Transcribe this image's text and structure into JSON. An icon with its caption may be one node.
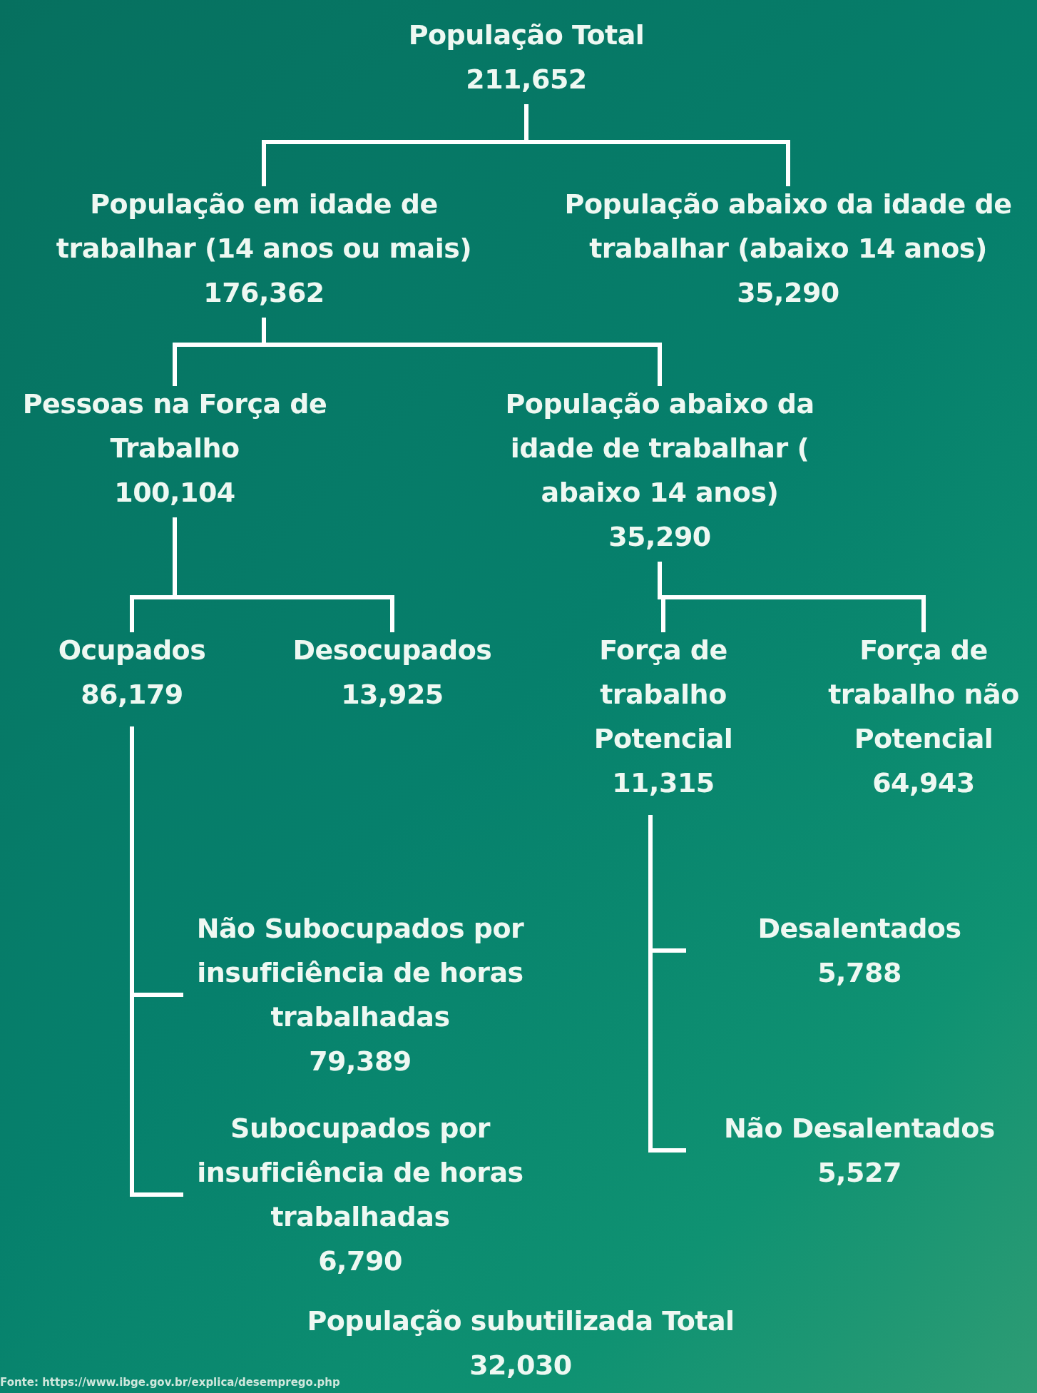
{
  "diagram": {
    "nodes": [
      {
        "text": [
          "População Total",
          "211,652"
        ]
      },
      {
        "text": [
          "População em idade de trabalhar (14 anos ou mais)",
          "176,362"
        ]
      },
      {
        "text": [
          "População abaixo da idade de trabalhar (abaixo 14 anos)",
          "35,290"
        ]
      },
      {
        "text": [
          "Pessoas na Força de Trabalho",
          "100,104"
        ]
      },
      {
        "text": [
          "População abaixo da idade de trabalhar ( abaixo 14 anos)",
          "35,290"
        ]
      },
      {
        "text": [
          "Ocupados",
          "86,179"
        ]
      },
      {
        "text": [
          "Desocupados",
          "13,925"
        ]
      },
      {
        "text": [
          "Força de trabalho Potencial",
          "11,315"
        ]
      },
      {
        "text": [
          "Força de trabalho não Potencial",
          "64,943"
        ]
      },
      {
        "text": [
          "Não Subocupados por insuficiência de horas trabalhadas",
          "79,389"
        ]
      },
      {
        "text": [
          "Subocupados por insuficiência de horas trabalhadas",
          "6,790"
        ]
      },
      {
        "text": [
          "Desalentados",
          "5,788"
        ]
      },
      {
        "text": [
          "Não Desalentados",
          "5,527"
        ]
      },
      {
        "text": [
          "População subutilizada Total",
          "32,030"
        ]
      }
    ],
    "edges": [
      {
        "from": 0,
        "to": 1,
        "arrow": "none"
      },
      {
        "from": 0,
        "to": 2,
        "arrow": "none"
      },
      {
        "from": 1,
        "to": 3,
        "arrow": "none"
      },
      {
        "from": 1,
        "to": 4,
        "arrow": "none"
      },
      {
        "from": 3,
        "to": 5,
        "arrow": "none"
      },
      {
        "from": 3,
        "to": 6,
        "arrow": "none"
      },
      {
        "from": 4,
        "to": 7,
        "arrow": "none"
      },
      {
        "from": 4,
        "to": 8,
        "arrow": "none"
      },
      {
        "from": 5,
        "to": 9,
        "arrow": "none"
      },
      {
        "from": 5,
        "to": 10,
        "arrow": "none"
      },
      {
        "from": 7,
        "to": 11,
        "arrow": "none"
      },
      {
        "from": 7,
        "to": 12,
        "arrow": "none"
      }
    ],
    "labels": [
      "Fonte: https://www.ibge.gov.br/explica/desemprego.php"
    ]
  }
}
